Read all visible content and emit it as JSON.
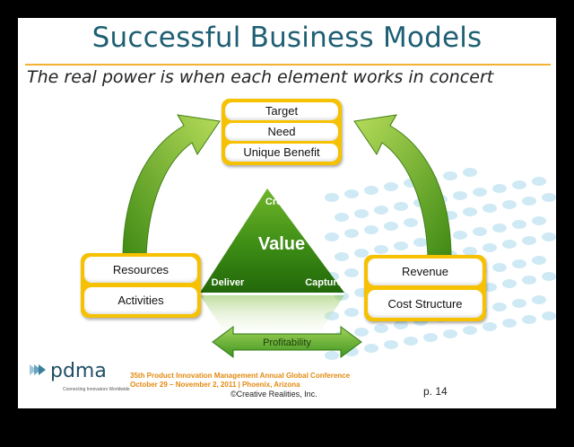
{
  "slide": {
    "title": "Successful Business Models",
    "subtitle": "The real power is when each element works in concert"
  },
  "top_box": {
    "items": [
      "Target",
      "Need",
      "Unique Benefit"
    ]
  },
  "left_box": {
    "items": [
      "Resources",
      "Activities"
    ]
  },
  "right_box": {
    "items": [
      "Revenue",
      "Cost Structure"
    ]
  },
  "triangle": {
    "center": "Value",
    "top": "Create",
    "left": "Deliver",
    "right": "Capture"
  },
  "bottom_arrow": {
    "label": "Profitability"
  },
  "footer": {
    "logo_text": "pdma",
    "logo_tagline": "Connecting Innovators Worldwide",
    "conference_line1": "35th Product Innovation Management Annual Global Conference",
    "conference_line2": "October 29 – November 2, 2011 | Phoenix, Arizona",
    "copyright": "©Creative Realities, Inc.",
    "page": "p. 14"
  },
  "colors": {
    "title": "#1f5f73",
    "accent_line": "#f2b233",
    "box_border": "#f6c100",
    "green_dark": "#2e7d10",
    "green_light": "#a7d44a",
    "footer_orange": "#e38a10",
    "watermark": "#cfeaf5"
  }
}
